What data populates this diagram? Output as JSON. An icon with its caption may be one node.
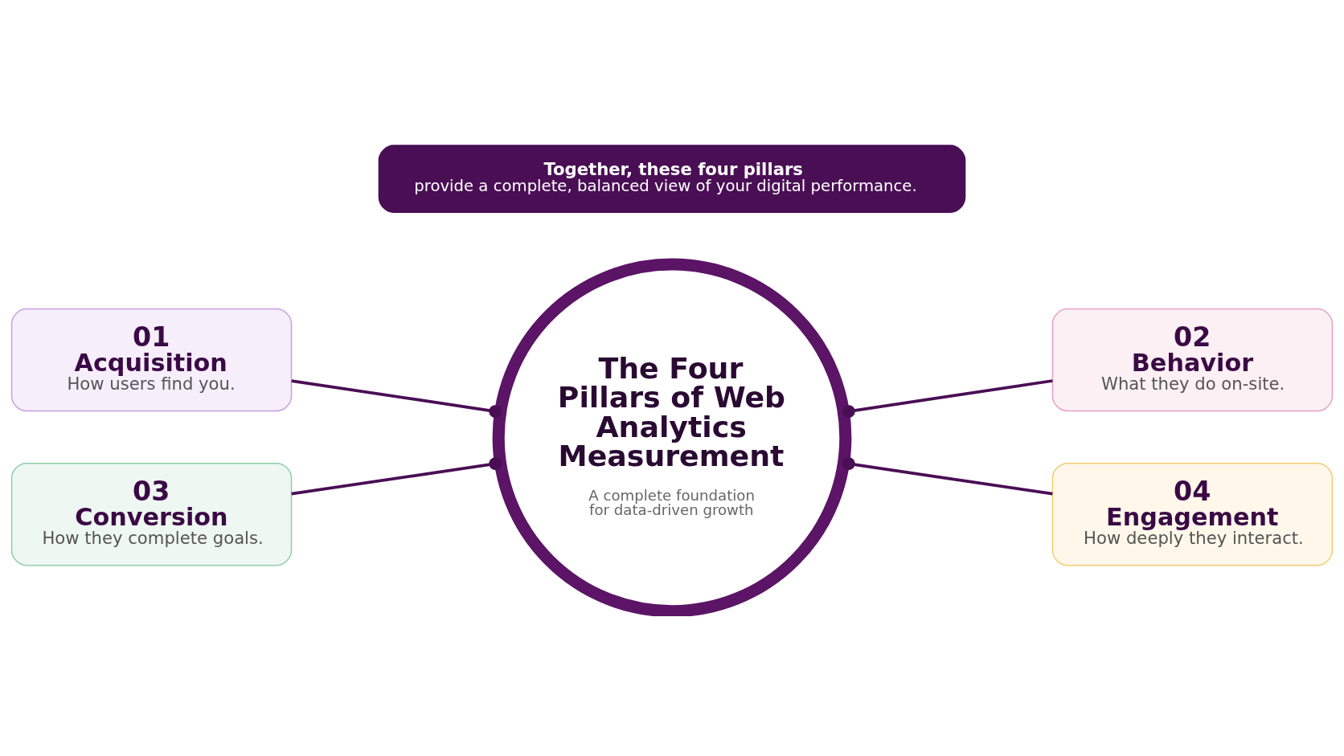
{
  "diagram": {
    "nodes": [
      {
        "text": [
          "The Four Pillars of Web Analytics Measurement",
          "A complete foundation for data-driven growth"
        ]
      },
      {
        "text": [
          "01",
          "Acquisition",
          "How users find you."
        ]
      },
      {
        "text": [
          "02",
          "Behavior",
          "What they do on-site."
        ]
      },
      {
        "text": [
          "03",
          "Conversion",
          "How they complete goals."
        ]
      },
      {
        "text": [
          "04",
          "Engagement",
          "How deeply they interact."
        ]
      },
      {
        "text": [
          "Together, these four pillars",
          "provide a complete, balanced view of your digital performance."
        ]
      }
    ],
    "edges": [
      {
        "from": 1,
        "to": 0,
        "arrow": "other"
      },
      {
        "from": 2,
        "to": 0,
        "arrow": "other"
      },
      {
        "from": 3,
        "to": 0,
        "arrow": "other"
      },
      {
        "from": 4,
        "to": 0,
        "arrow": "other"
      }
    ]
  }
}
